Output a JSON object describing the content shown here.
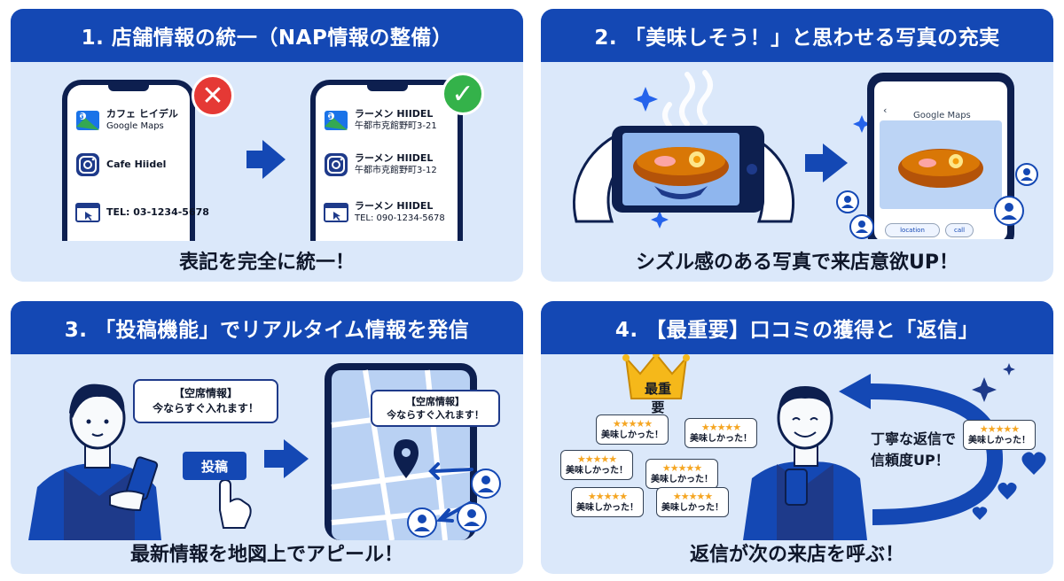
{
  "panels": [
    {
      "title": "1. 店舗情報の統一（NAP情報の整備）",
      "caption": "表記を完全に統一！",
      "left_phone": {
        "status": "✕",
        "rows": [
          {
            "line1": "カフェ ヒイデル",
            "line2": "Google Maps",
            "icon": "google-maps-icon"
          },
          {
            "line1": "Cafe Hiidel",
            "line2": "",
            "icon": "instagram-icon"
          },
          {
            "line1": "TEL: 03-1234-5678",
            "line2": "",
            "icon": "browser-icon"
          }
        ]
      },
      "right_phone": {
        "status": "✓",
        "rows": [
          {
            "line1": "ラーメン HIIDEL",
            "line2": "午都市克館野町3-21",
            "icon": "google-maps-icon"
          },
          {
            "line1": "ラーメン HIIDEL",
            "line2": "午都市克館野町3-12",
            "icon": "instagram-icon"
          },
          {
            "line1": "ラーメン HIIDEL",
            "line2": "TEL: 090-1234-5678",
            "icon": "browser-icon"
          }
        ]
      }
    },
    {
      "title": "2. 「美味しそう！」と思わせる写真の充実",
      "caption": "シズル感のある写真で来店意欲UP！",
      "maps_title": "Google Maps",
      "btn_location": "location",
      "btn_call": "call"
    },
    {
      "title": "3. 「投稿機能」でリアルタイム情報を発信",
      "caption": "最新情報を地図上でアピール！",
      "bubble_line1": "【空席情報】",
      "bubble_line2": "今ならすぐ入れます！",
      "post_button": "投稿",
      "map_bubble_line1": "【空席情報】",
      "map_bubble_line2": "今ならすぐ入れます！"
    },
    {
      "title": "4. 【最重要】口コミの獲得と「返信」",
      "caption": "返信が次の来店を呼ぶ！",
      "crown_label": "最重要",
      "reviews": [
        "美味しかった！",
        "美味しかった！",
        "美味しかった！",
        "美味しかった！",
        "美味しかった！",
        "美味しかった！"
      ],
      "stars": "★★★★★",
      "reply_line1": "丁寧な返信で",
      "reply_line2": "信頼度UP！",
      "reply_bubble": "美味しかった！"
    }
  ],
  "colors": {
    "header": "#1448b4",
    "panel_bg": "#dbe8fa",
    "bad": "#e53935",
    "good": "#34b24a",
    "star": "#f5a623"
  }
}
